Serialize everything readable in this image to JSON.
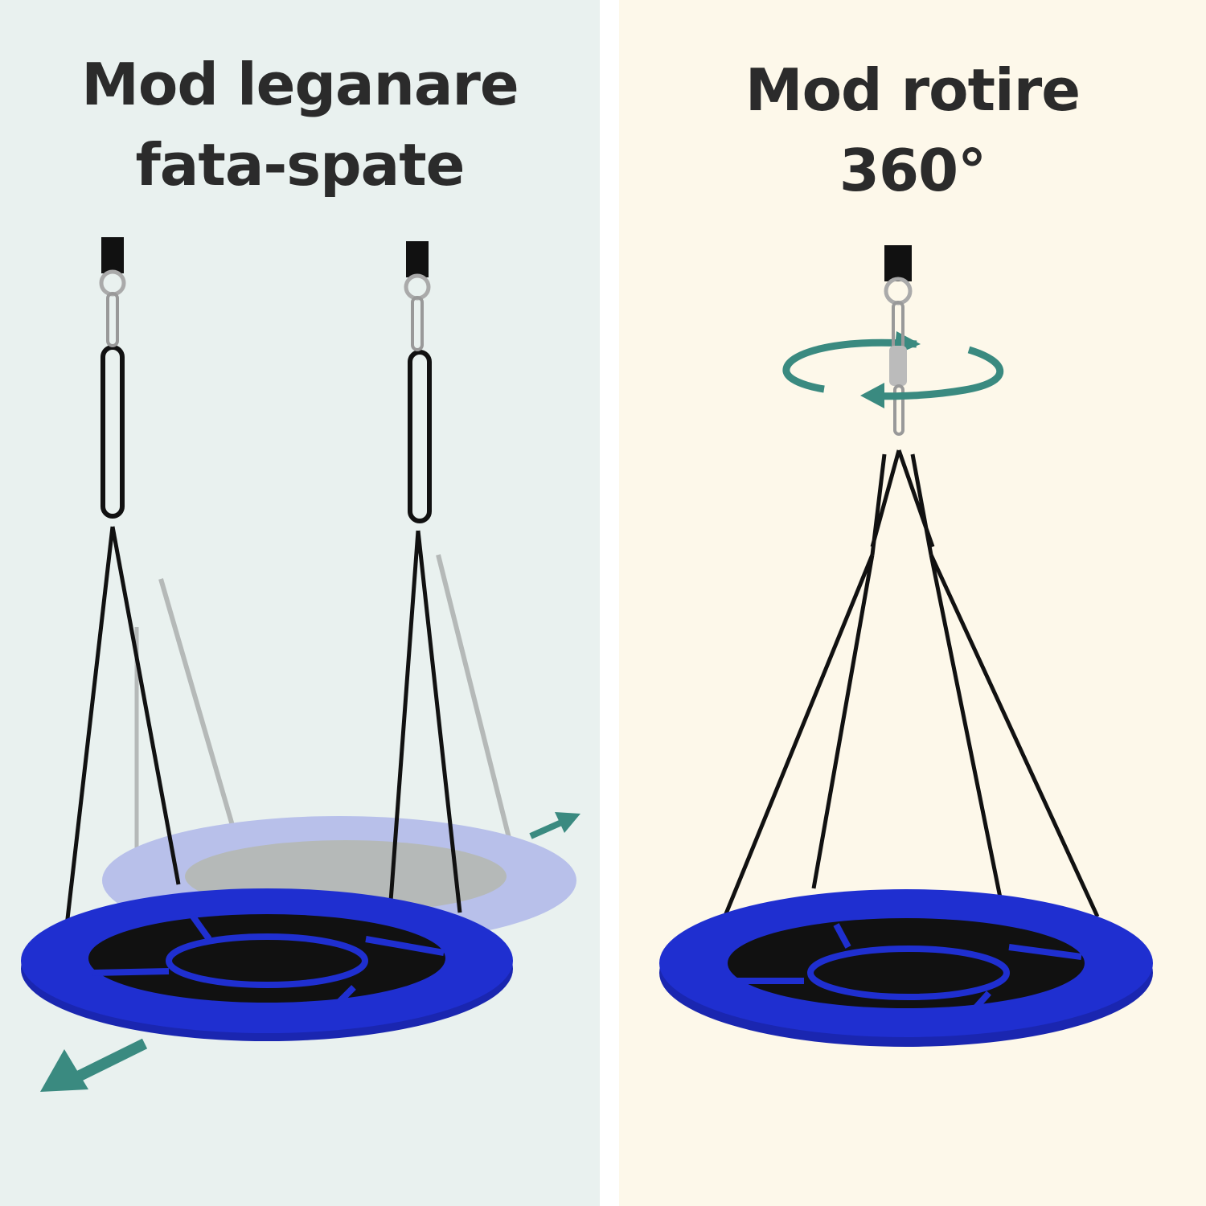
{
  "left_panel": {
    "title_line1": "Mod leganare",
    "title_line2": "fata-spate"
  },
  "right_panel": {
    "title_line1": "Mod rotire",
    "title_line2": "360°"
  },
  "colors": {
    "left_bg": "#e9f1ef",
    "right_bg": "#fdf8ea",
    "seat_blue": "#1f2fd0",
    "arrow_teal": "#3a8a80"
  }
}
